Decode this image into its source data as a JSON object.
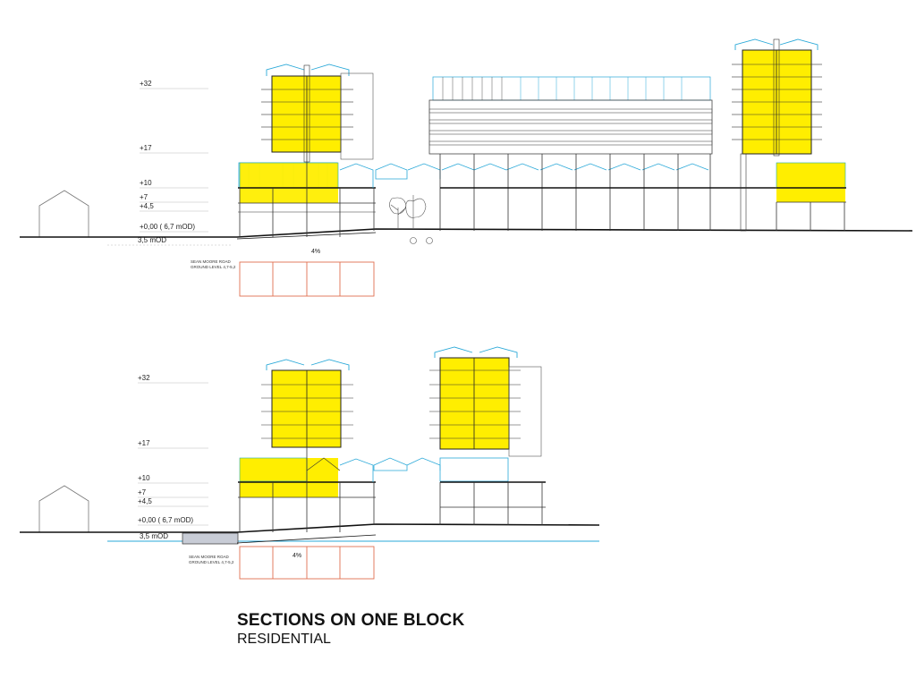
{
  "caption": {
    "title": "SECTIONS ON ONE BLOCK",
    "subtitle": "RESIDENTIAL"
  },
  "colors": {
    "residential_fill": "#ffee00",
    "glass_outline": "#29a8d8",
    "structure": "#333333",
    "underground": "#e07050",
    "ground_line": "#111111"
  },
  "sections": [
    {
      "id": "section-1",
      "levels": [
        "+32",
        "+17",
        "+10",
        "+7",
        "+4,5",
        "+0,00 (  6,7 mOD)",
        "3,5 mOD"
      ],
      "road_label": [
        "SEAN MOORE ROAD",
        "GROUND LEVEL 4,7-5,2"
      ],
      "slope": "4%"
    },
    {
      "id": "section-2",
      "levels": [
        "+32",
        "+17",
        "+10",
        "+7",
        "+4,5",
        "+0,00 (  6,7 mOD)",
        "3,5 mOD"
      ],
      "road_label": [
        "SEAN MOORE ROAD",
        "GROUND LEVEL 4,7-5,2"
      ],
      "slope": "4%"
    }
  ]
}
